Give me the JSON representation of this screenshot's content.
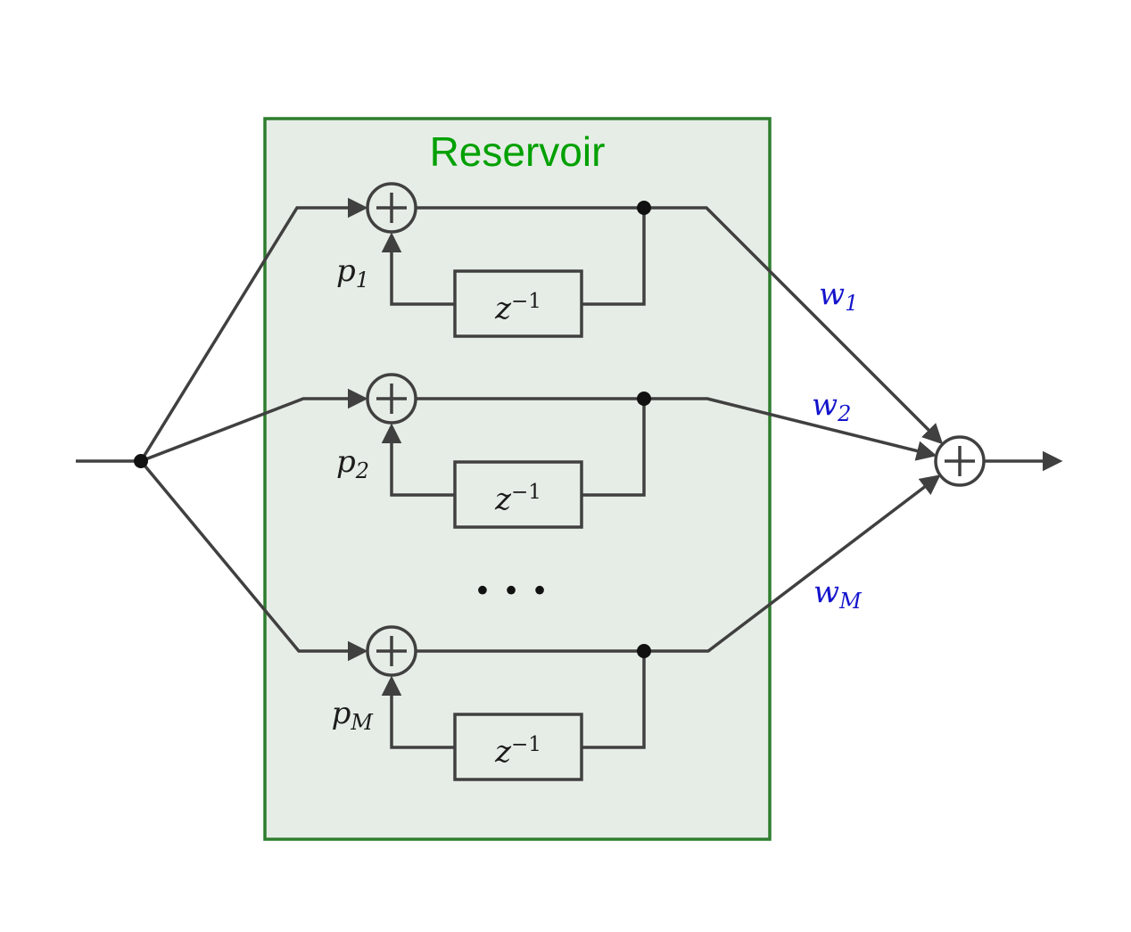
{
  "colors": {
    "reservoir_fill": "#e6ede6",
    "reservoir_border": "#2e7d2e",
    "title_green": "#00a000",
    "wire": "#404040",
    "node": "#111111",
    "weight_blue": "#1414cc"
  },
  "reservoir": {
    "title": "Reservoir"
  },
  "ellipsis": "···",
  "branches": [
    {
      "gain": {
        "base": "p",
        "sub": "1"
      },
      "delay": {
        "base": "z",
        "sup": "−1"
      },
      "weight": {
        "base": "w",
        "sub": "1"
      }
    },
    {
      "gain": {
        "base": "p",
        "sub": "2"
      },
      "delay": {
        "base": "z",
        "sup": "−1"
      },
      "weight": {
        "base": "w",
        "sub": "2"
      }
    },
    {
      "gain": {
        "base": "p",
        "sub": "M"
      },
      "delay": {
        "base": "z",
        "sup": "−1"
      },
      "weight": {
        "base": "w",
        "sub": "M"
      }
    }
  ]
}
